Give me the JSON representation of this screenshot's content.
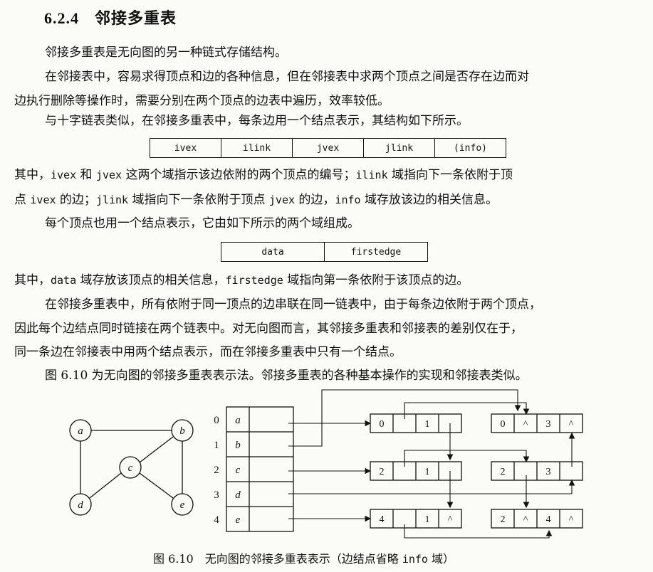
{
  "section": {
    "number": "6.2.4",
    "title": "邻接多重表"
  },
  "paragraphs": {
    "p1": "邻接多重表是无向图的另一种链式存储结构。",
    "p2_line1": "在邻接表中，容易求得顶点和边的各种信息，但在邻接表中求两个顶点之间是否存在边而对",
    "p2_line2": "边执行删除等操作时，需要分别在两个顶点的边表中遍历，效率较低。",
    "p3": "与十字链表类似，在邻接多重表中，每条边用一个结点表示，其结构如下所示。",
    "p4_line1": {
      "t1": "其中，",
      "c1": "ivex",
      "t2": " 和 ",
      "c2": "jvex",
      "t3": " 这两个域指示该边依附的两个顶点的编号；",
      "c3": "ilink",
      "t4": " 域指向下一条依附于顶"
    },
    "p4_line2": {
      "t1": "点 ",
      "c1": "ivex",
      "t2": " 的边；",
      "c2": "jlink",
      "t3": " 域指向下一条依附于顶点 ",
      "c3": "jvex",
      "t4": " 的边，",
      "c4": "info",
      "t5": " 域存放该边的相关信息。"
    },
    "p5": "每个顶点也用一个结点表示，它由如下所示的两个域组成。",
    "p6": {
      "t1": "其中，",
      "c1": "data",
      "t2": " 域存放该顶点的相关信息，",
      "c2": "firstedge",
      "t3": " 域指向第一条依附于该顶点的边。"
    },
    "p7_line1": "在邻接多重表中，所有依附于同一顶点的边串联在同一链表中，由于每条边依附于两个顶点，",
    "p7_line2": "因此每个边结点同时链接在两个链表中。对无向图而言，其邻接多重表和邻接表的差别仅在于，",
    "p7_line3": "同一条边在邻接表中用两个结点表示，而在邻接多重表中只有一个结点。",
    "p8": "图 6.10 为无向图的邻接多重表表示法。邻接多重表的各种基本操作的实现和邻接表类似。"
  },
  "edge_node_fields": [
    "ivex",
    "ilink",
    "jvex",
    "jlink",
    "(info)"
  ],
  "vertex_node_fields": [
    "data",
    "firstedge"
  ],
  "figure": {
    "graph_vertices": [
      "a",
      "b",
      "c",
      "d",
      "e"
    ],
    "vertex_indices": [
      "0",
      "1",
      "2",
      "3",
      "4"
    ],
    "vertex_table": [
      "a",
      "b",
      "c",
      "d",
      "e"
    ],
    "edge_nodes": [
      [
        "0",
        "",
        "1",
        ""
      ],
      [
        "0",
        "^",
        "3",
        "^"
      ],
      [
        "2",
        "",
        "1",
        ""
      ],
      [
        "2",
        "",
        "3",
        ""
      ],
      [
        "4",
        "",
        "1",
        "^"
      ],
      [
        "2",
        "^",
        "4",
        "^"
      ]
    ],
    "caption": {
      "t1": "图 6.10　无向图的邻接多重表表示（边结点省略 ",
      "c1": "info",
      "t2": " 域）"
    }
  }
}
